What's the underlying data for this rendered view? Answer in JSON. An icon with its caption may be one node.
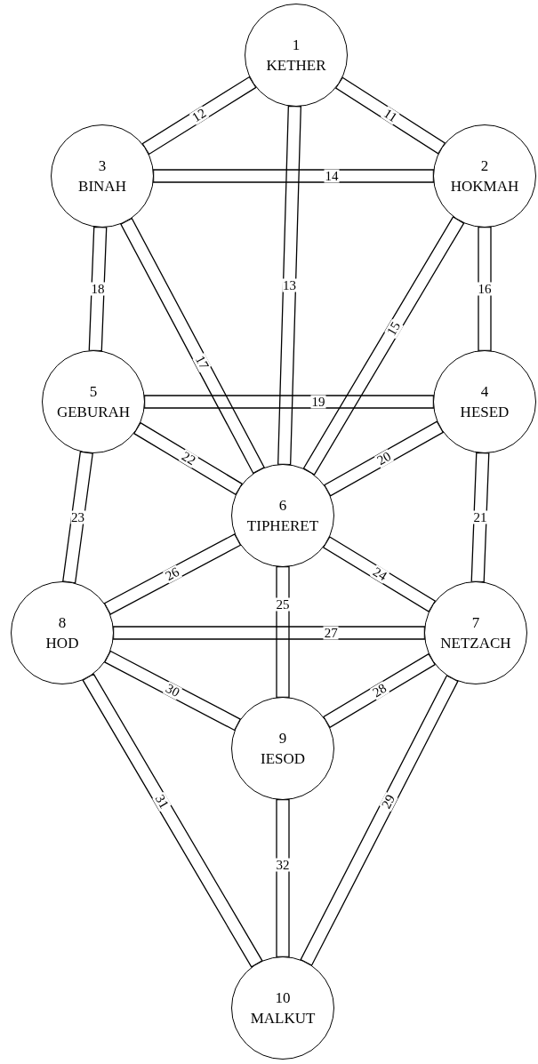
{
  "diagram": {
    "nodes": [
      {
        "text": [
          "1",
          "KETHER"
        ]
      },
      {
        "text": [
          "2",
          "HOKMAH"
        ]
      },
      {
        "text": [
          "3",
          "BINAH"
        ]
      },
      {
        "text": [
          "4",
          "HESED"
        ]
      },
      {
        "text": [
          "5",
          "GEBURAH"
        ]
      },
      {
        "text": [
          "6",
          "TIPHERET"
        ]
      },
      {
        "text": [
          "7",
          "NETZACH"
        ]
      },
      {
        "text": [
          "8",
          "HOD"
        ]
      },
      {
        "text": [
          "9",
          "IESOD"
        ]
      },
      {
        "text": [
          "10",
          "MALKUT"
        ]
      }
    ],
    "edges": [
      {
        "from": 0,
        "to": 1,
        "arrow": "none",
        "label": "11"
      },
      {
        "from": 0,
        "to": 2,
        "arrow": "none",
        "label": "12"
      },
      {
        "from": 0,
        "to": 5,
        "arrow": "none",
        "label": "13"
      },
      {
        "from": 1,
        "to": 2,
        "arrow": "none",
        "label": "14"
      },
      {
        "from": 1,
        "to": 5,
        "arrow": "none",
        "label": "15"
      },
      {
        "from": 1,
        "to": 3,
        "arrow": "none",
        "label": "16"
      },
      {
        "from": 2,
        "to": 5,
        "arrow": "none",
        "label": "17"
      },
      {
        "from": 2,
        "to": 4,
        "arrow": "none",
        "label": "18"
      },
      {
        "from": 3,
        "to": 4,
        "arrow": "none",
        "label": "19"
      },
      {
        "from": 3,
        "to": 5,
        "arrow": "none",
        "label": "20"
      },
      {
        "from": 3,
        "to": 6,
        "arrow": "none",
        "label": "21"
      },
      {
        "from": 4,
        "to": 5,
        "arrow": "none",
        "label": "22"
      },
      {
        "from": 4,
        "to": 7,
        "arrow": "none",
        "label": "23"
      },
      {
        "from": 5,
        "to": 6,
        "arrow": "none",
        "label": "24"
      },
      {
        "from": 5,
        "to": 8,
        "arrow": "none",
        "label": "25"
      },
      {
        "from": 5,
        "to": 7,
        "arrow": "none",
        "label": "26"
      },
      {
        "from": 6,
        "to": 7,
        "arrow": "none",
        "label": "27"
      },
      {
        "from": 6,
        "to": 8,
        "arrow": "none",
        "label": "28"
      },
      {
        "from": 6,
        "to": 9,
        "arrow": "none",
        "label": "29"
      },
      {
        "from": 7,
        "to": 8,
        "arrow": "none",
        "label": "30"
      },
      {
        "from": 7,
        "to": 9,
        "arrow": "none",
        "label": "31"
      },
      {
        "from": 8,
        "to": 9,
        "arrow": "none",
        "label": "32"
      }
    ]
  }
}
